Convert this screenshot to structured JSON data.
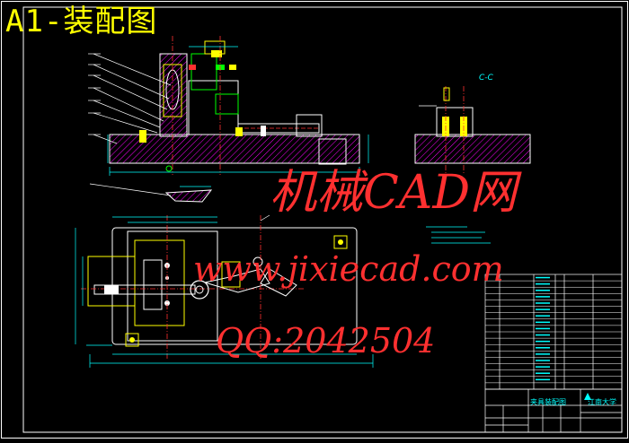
{
  "drawing": {
    "title": "A1-装配图",
    "section_label": "C-C"
  },
  "watermark": {
    "line1": "机械CAD网",
    "line2": "www.jixiecad.com",
    "line3": "QQ:2042504"
  },
  "title_block": {
    "name": "夹具装配图",
    "school": "江南大学"
  },
  "colors": {
    "background": "#000000",
    "frame": "#ffffff",
    "outline": "#ffffff",
    "dimension": "#00ffff",
    "part": "#ffff00",
    "hatch": "#ff00ff",
    "center": "#ff3030",
    "green": "#00ff00",
    "watermark": "#ff3030"
  }
}
